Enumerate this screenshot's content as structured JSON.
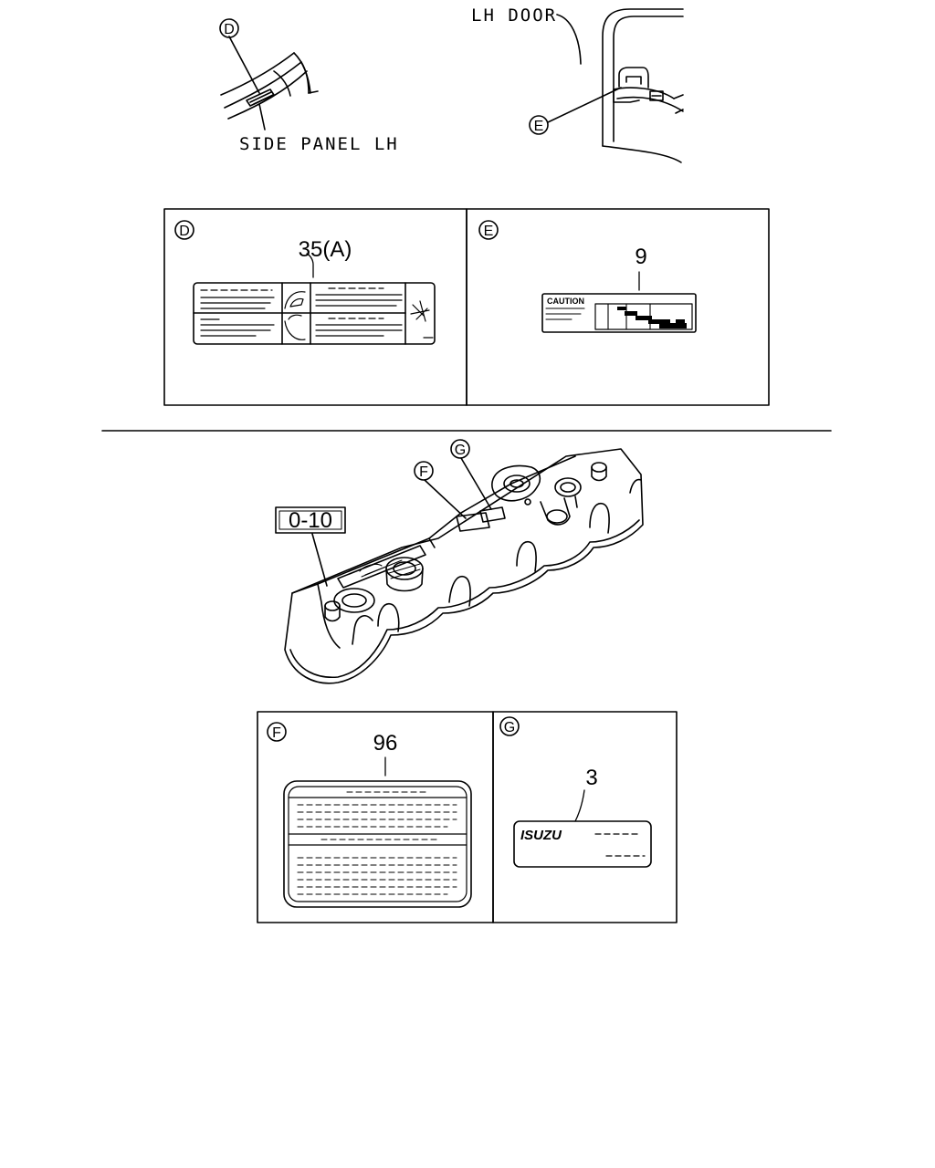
{
  "top": {
    "side_panel_label": "SIDE PANEL LH",
    "door_label": "LH DOOR",
    "callout_d": "D",
    "callout_e": "E"
  },
  "detail_d": {
    "letter": "D",
    "part_number": "35(A)"
  },
  "detail_e": {
    "letter": "E",
    "part_number": "9",
    "caution_text": "CAUTION"
  },
  "cover": {
    "ref_box": "0-10",
    "callout_f": "F",
    "callout_g": "G"
  },
  "detail_f": {
    "letter": "F",
    "part_number": "96"
  },
  "detail_g": {
    "letter": "G",
    "part_number": "3",
    "logo_text": "ISUZU"
  }
}
